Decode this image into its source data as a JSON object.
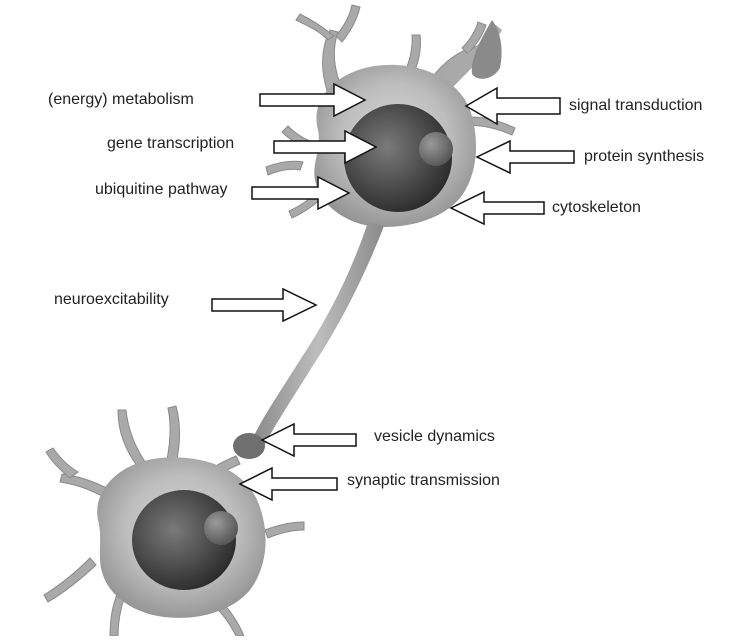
{
  "labels": {
    "energy_metabolism": "(energy) metabolism",
    "gene_transcription": "gene transcription",
    "ubiquitine_pathway": "ubiquitine pathway",
    "signal_transduction": "signal transduction",
    "protein_synthesis": "protein synthesis",
    "cytoskeleton": "cytoskeleton",
    "neuroexcitability": "neuroexcitability",
    "vesicle_dynamics": "vesicle dynamics",
    "synaptic_transmission": "synaptic transmission"
  },
  "colors": {
    "background": "#ffffff",
    "cell_body": "#b9b9b9",
    "nucleus": "#4a4a4a",
    "arrow_fill": "#ffffff",
    "arrow_stroke": "#111111",
    "text": "#222222"
  },
  "icons": [
    "neuron-upper",
    "neuron-lower",
    "nucleus",
    "nucleolus",
    "axon",
    "synaptic-terminal",
    "outline-arrow"
  ]
}
